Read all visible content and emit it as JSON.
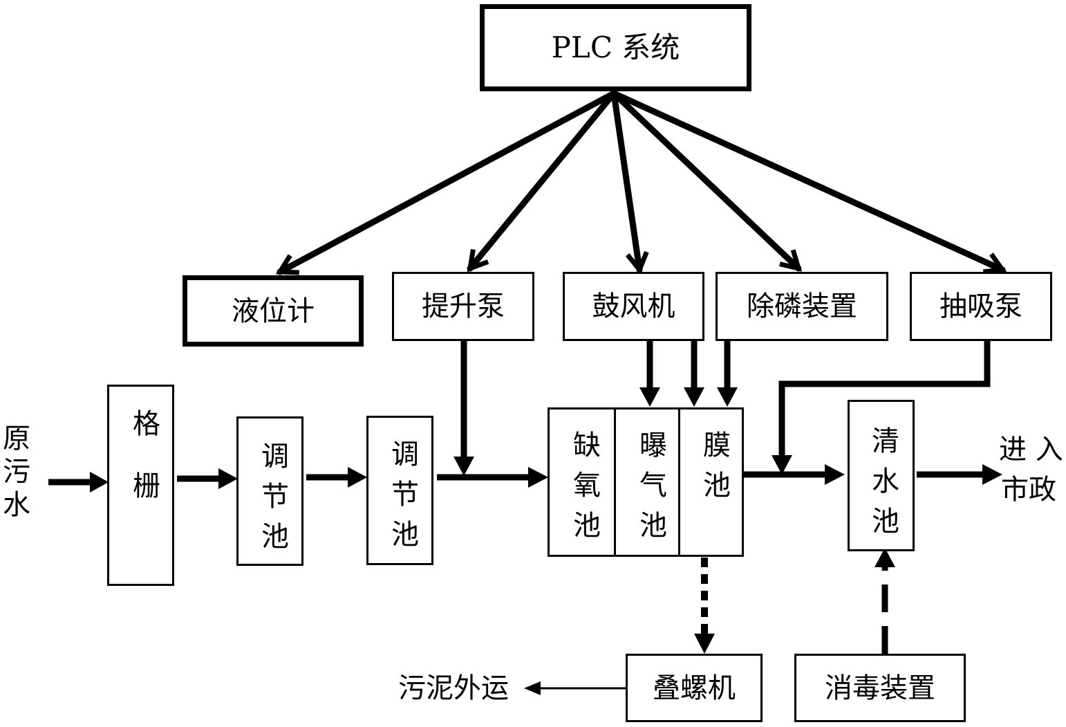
{
  "plc": "PLC 系统",
  "devices": {
    "level_meter": "液位计",
    "lift_pump": "提升泵",
    "blower": "鼓风机",
    "phosphorus_removal": "除磷装置",
    "suction_pump": "抽吸泵"
  },
  "process": {
    "raw_sewage": "原污水",
    "grille": "格栅",
    "equalization_1": "调节池",
    "equalization_2": "调节池",
    "anoxic": "缺氧池",
    "aeration": "曝气池",
    "membrane": "膜池",
    "clear_water": "清水池",
    "to_municipal_1": "进 入",
    "to_municipal_2": "市政"
  },
  "sludge": {
    "screw_press": "叠螺机",
    "sludge_out": "污泥外运"
  },
  "disinfection": "消毒装置"
}
